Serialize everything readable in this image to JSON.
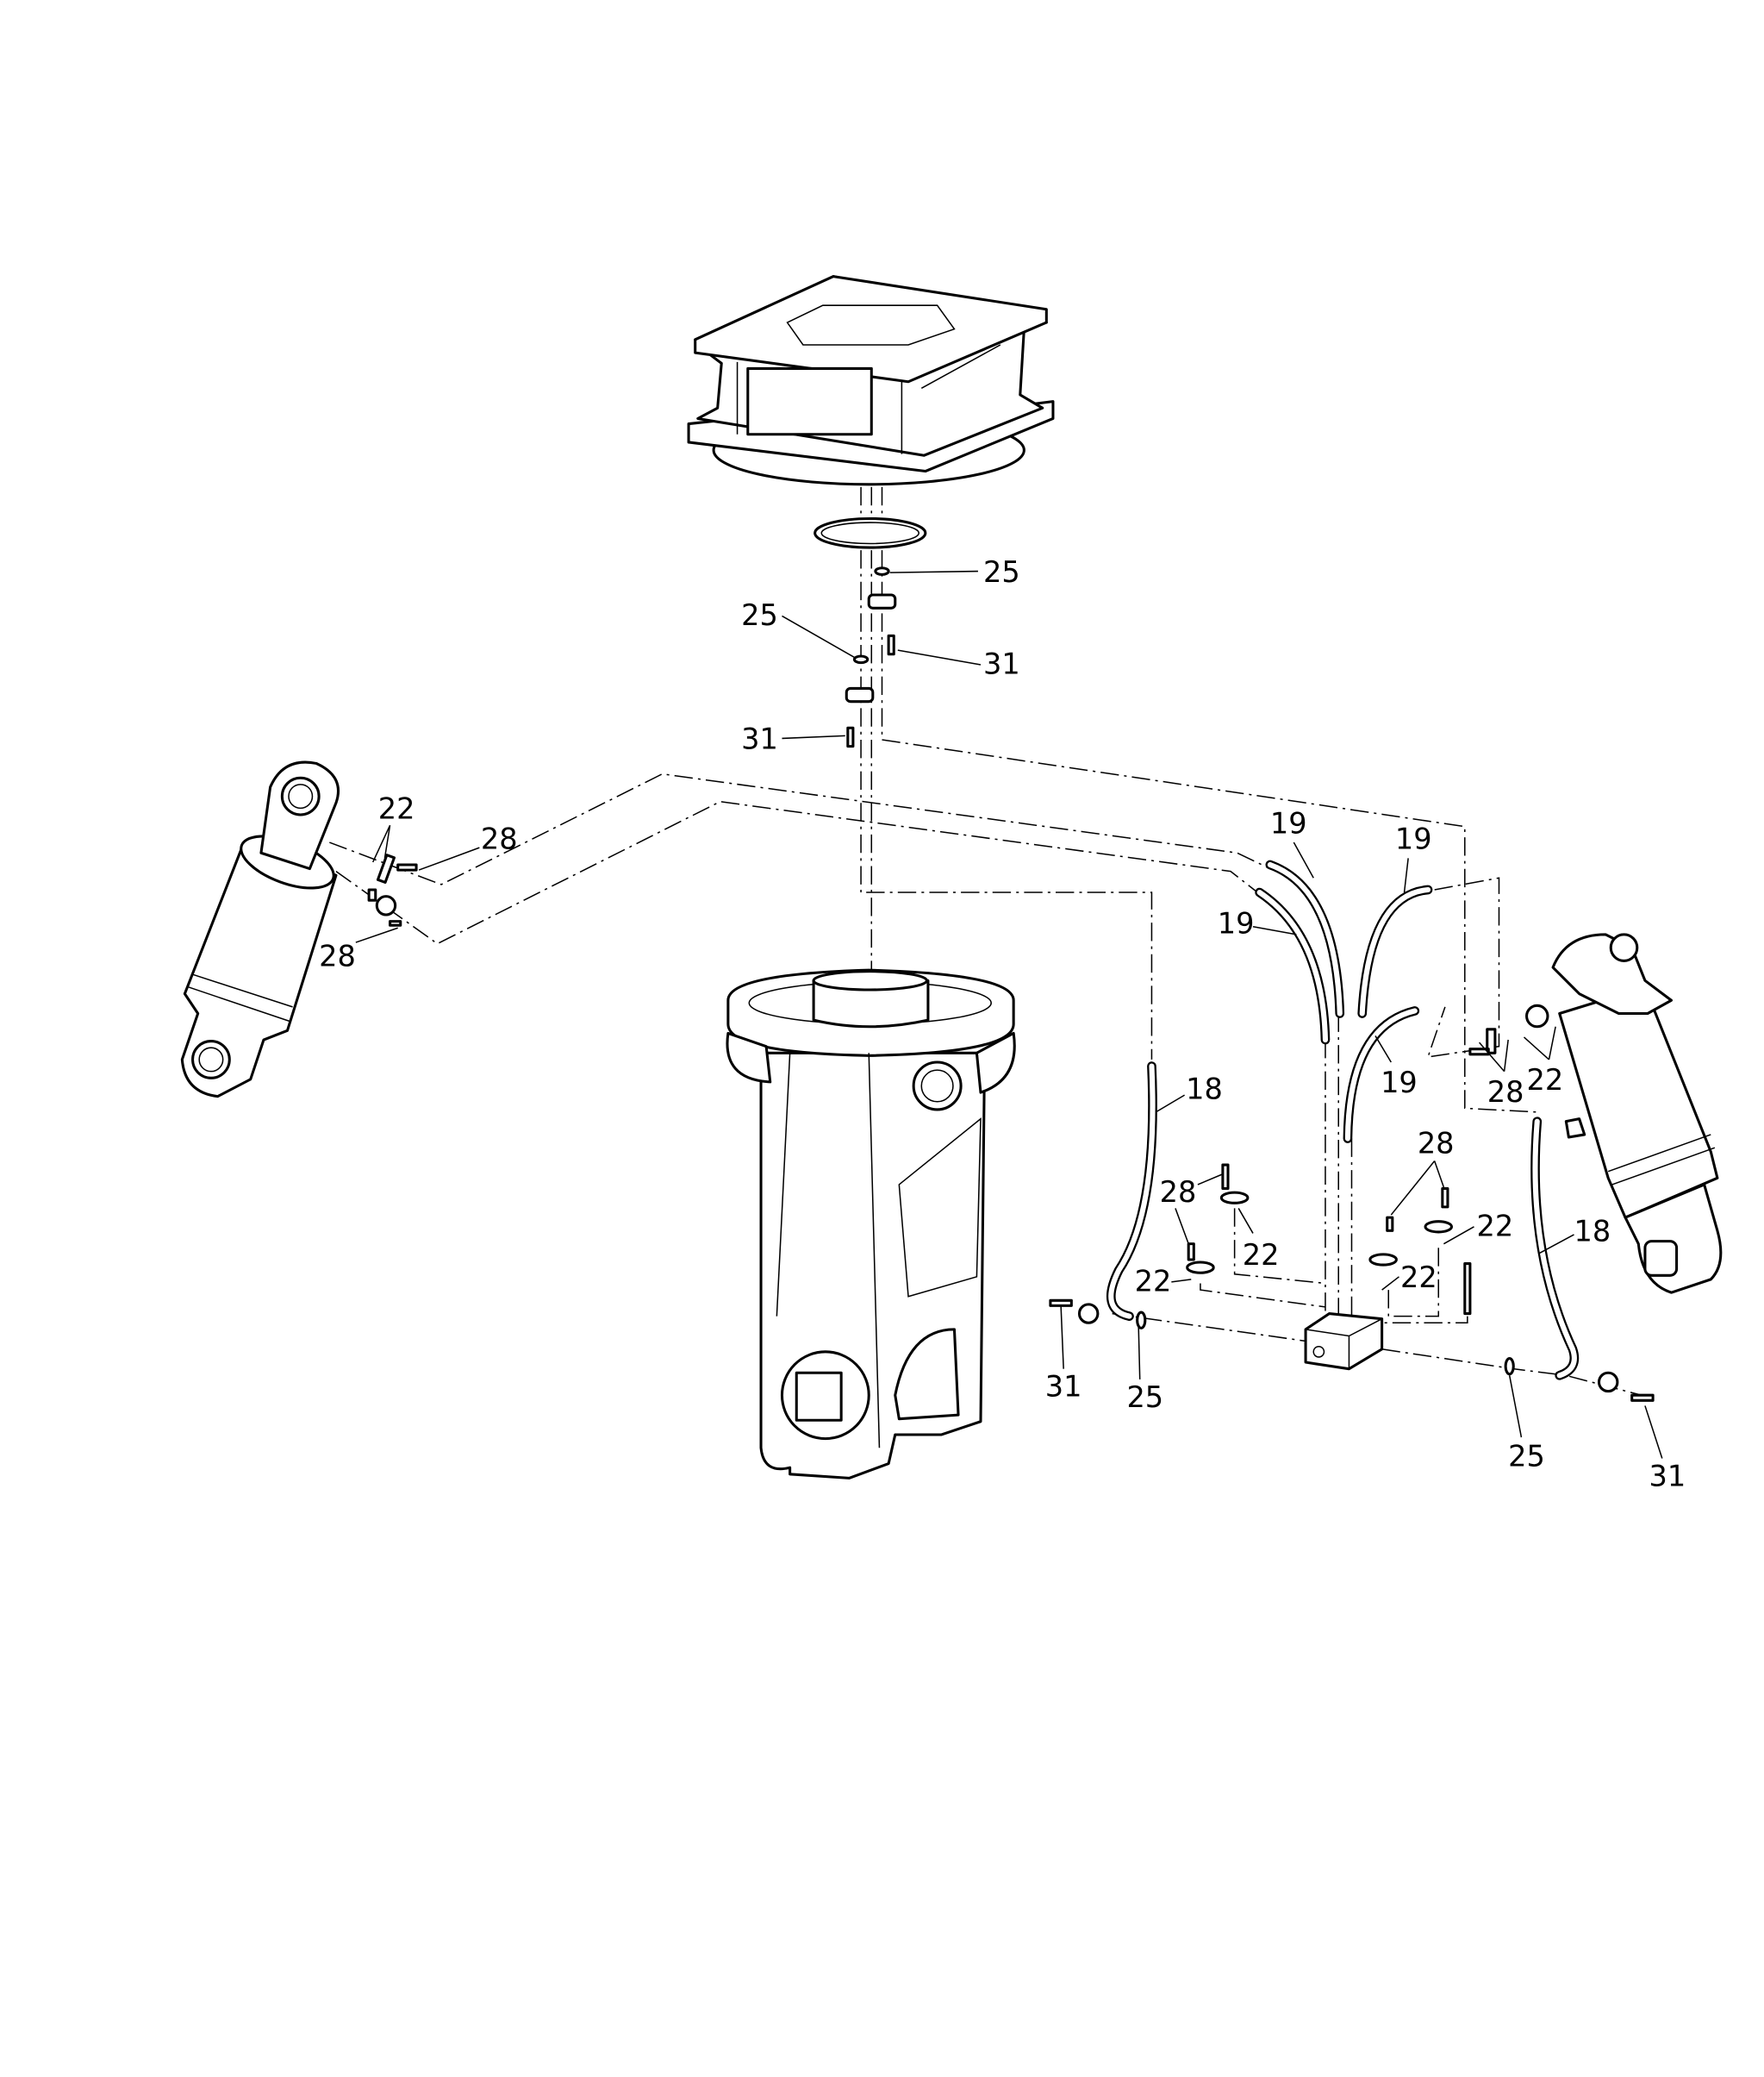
{
  "callouts": [
    {
      "id": "c1",
      "text": "25"
    },
    {
      "id": "c2",
      "text": "25"
    },
    {
      "id": "c3",
      "text": "31"
    },
    {
      "id": "c4",
      "text": "31"
    },
    {
      "id": "c5",
      "text": "22"
    },
    {
      "id": "c6",
      "text": "28"
    },
    {
      "id": "c7",
      "text": "28"
    },
    {
      "id": "c8",
      "text": "19"
    },
    {
      "id": "c9",
      "text": "19"
    },
    {
      "id": "c10",
      "text": "19"
    },
    {
      "id": "c11",
      "text": "19"
    },
    {
      "id": "c12",
      "text": "18"
    },
    {
      "id": "c13",
      "text": "28"
    },
    {
      "id": "c14",
      "text": "22"
    },
    {
      "id": "c15",
      "text": "28"
    },
    {
      "id": "c16",
      "text": "28"
    },
    {
      "id": "c17",
      "text": "22"
    },
    {
      "id": "c18",
      "text": "18"
    },
    {
      "id": "c19",
      "text": "22"
    },
    {
      "id": "c20",
      "text": "22"
    },
    {
      "id": "c21",
      "text": "22"
    },
    {
      "id": "c22",
      "text": "31"
    },
    {
      "id": "c23",
      "text": "25"
    },
    {
      "id": "c24",
      "text": "25"
    },
    {
      "id": "c25",
      "text": "31"
    }
  ]
}
